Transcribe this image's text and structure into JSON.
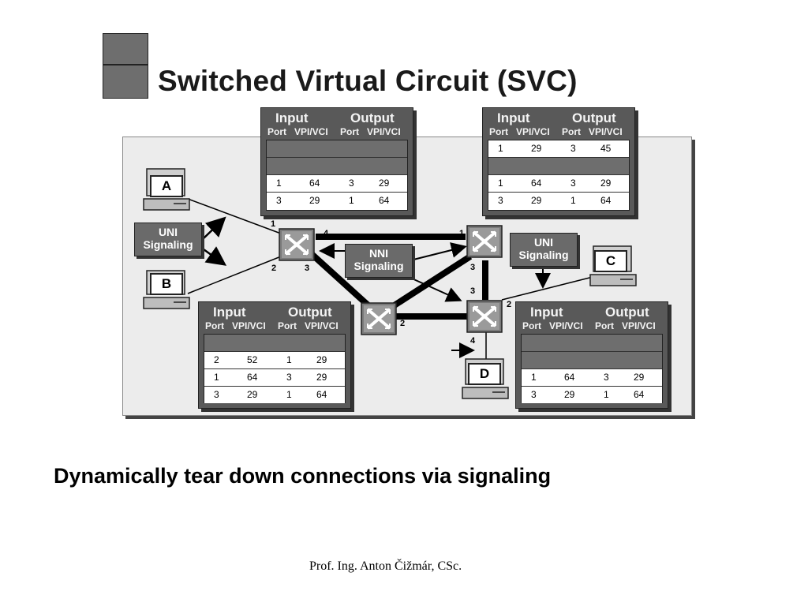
{
  "title": "Switched Virtual Circuit (SVC)",
  "subtitle": "Dynamically tear down connections via signaling",
  "footer": "Prof. Ing. Anton Čižmár, CSc.",
  "header": {
    "input": "Input",
    "output": "Output",
    "port": "Port",
    "vpivci": "VPI/VCI"
  },
  "hosts": {
    "a": "A",
    "b": "B",
    "c": "C",
    "d": "D"
  },
  "signaling": {
    "uni_left": [
      "UNI",
      "Signaling"
    ],
    "nni": [
      "NNI",
      "Signaling"
    ],
    "uni_right": [
      "UNI",
      "Signaling"
    ]
  },
  "tables": {
    "top_left": {
      "rows": [
        {
          "dark": true,
          "cells": [
            "",
            "",
            "",
            ""
          ]
        },
        {
          "dark": true,
          "cells": [
            "",
            "",
            "",
            ""
          ]
        },
        {
          "dark": false,
          "cells": [
            "1",
            "64",
            "3",
            "29"
          ]
        },
        {
          "dark": false,
          "cells": [
            "3",
            "29",
            "1",
            "64"
          ]
        }
      ]
    },
    "top_right": {
      "rows": [
        {
          "dark": false,
          "cells": [
            "1",
            "29",
            "3",
            "45"
          ]
        },
        {
          "dark": true,
          "cells": [
            "",
            "",
            "",
            ""
          ]
        },
        {
          "dark": false,
          "cells": [
            "1",
            "64",
            "3",
            "29"
          ]
        },
        {
          "dark": false,
          "cells": [
            "3",
            "29",
            "1",
            "64"
          ]
        }
      ]
    },
    "bottom_left": {
      "rows": [
        {
          "dark": true,
          "cells": [
            "",
            "",
            "",
            ""
          ]
        },
        {
          "dark": false,
          "cells": [
            "2",
            "52",
            "1",
            "29"
          ]
        },
        {
          "dark": false,
          "cells": [
            "1",
            "64",
            "3",
            "29"
          ]
        },
        {
          "dark": false,
          "cells": [
            "3",
            "29",
            "1",
            "64"
          ]
        }
      ]
    },
    "bottom_right": {
      "rows": [
        {
          "dark": true,
          "cells": [
            "",
            "",
            "",
            ""
          ]
        },
        {
          "dark": true,
          "cells": [
            "",
            "",
            "",
            ""
          ]
        },
        {
          "dark": false,
          "cells": [
            "1",
            "64",
            "3",
            "29"
          ]
        },
        {
          "dark": false,
          "cells": [
            "3",
            "29",
            "1",
            "64"
          ]
        }
      ]
    }
  },
  "ports": {
    "s1": [
      "1",
      "4",
      "2",
      "3"
    ],
    "s2": [
      "1",
      "3"
    ],
    "s3": [
      "2"
    ],
    "s4": [
      "3",
      "2",
      "4"
    ]
  },
  "colors": {
    "table_bg": "#595959",
    "panel_bg": "#ececec",
    "dark_row": "#6e6e6e"
  }
}
